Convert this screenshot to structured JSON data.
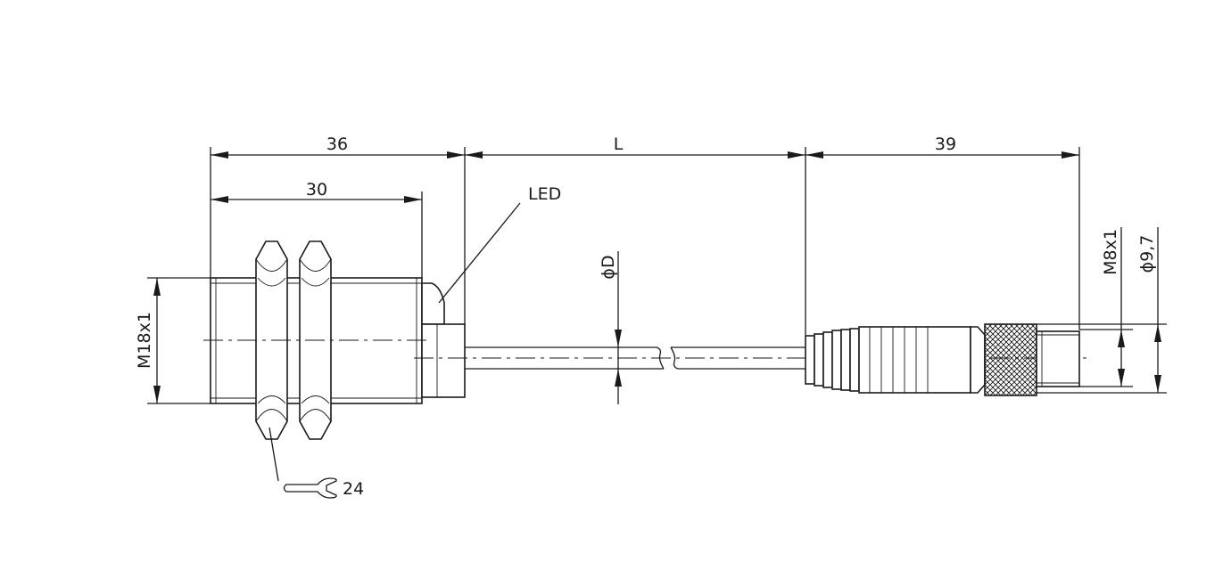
{
  "dimensions": {
    "overall_sensor_length": "36",
    "thread_length": "30",
    "cable_length": "L",
    "connector_length": "39",
    "sensor_thread": "M18x1",
    "cable_diameter": "ϕD",
    "connector_thread": "M8x1",
    "connector_diameter": "ϕ9,7"
  },
  "callouts": {
    "led": "LED",
    "wrench_size": "24"
  },
  "icons": {
    "wrench": "wrench-icon"
  }
}
